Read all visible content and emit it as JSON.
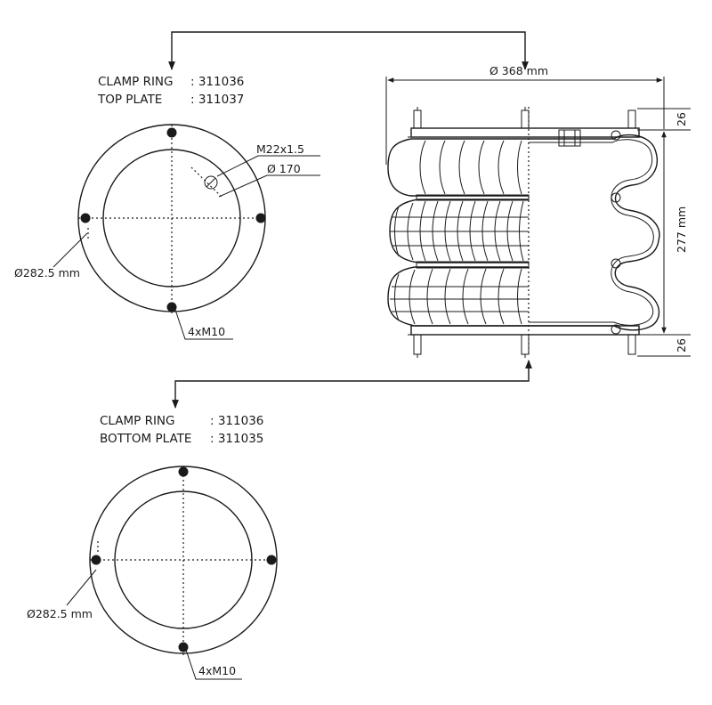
{
  "top_plate": {
    "row1_name": "CLAMP RING",
    "row1_value": ": 311036",
    "row2_name": "TOP PLATE",
    "row2_value": ": 311037",
    "thread_label": "M22x1.5",
    "inner_diameter_label": "Ø 170",
    "bolt_circle_label": "Ø282.5 mm",
    "bolt_label": "4xM10"
  },
  "bottom_plate": {
    "row1_name": "CLAMP RING",
    "row1_value": ": 311036",
    "row2_name": "BOTTOM PLATE",
    "row2_value": ": 311035",
    "bolt_circle_label": "Ø282.5 mm",
    "bolt_label": "4xM10"
  },
  "side_view": {
    "diameter_label": "Ø 368 mm",
    "height_label": "277 mm",
    "top_plate_thickness": "26",
    "bottom_plate_thickness": "26"
  },
  "colors": {
    "line": "#1a1a1a",
    "background": "#ffffff"
  }
}
